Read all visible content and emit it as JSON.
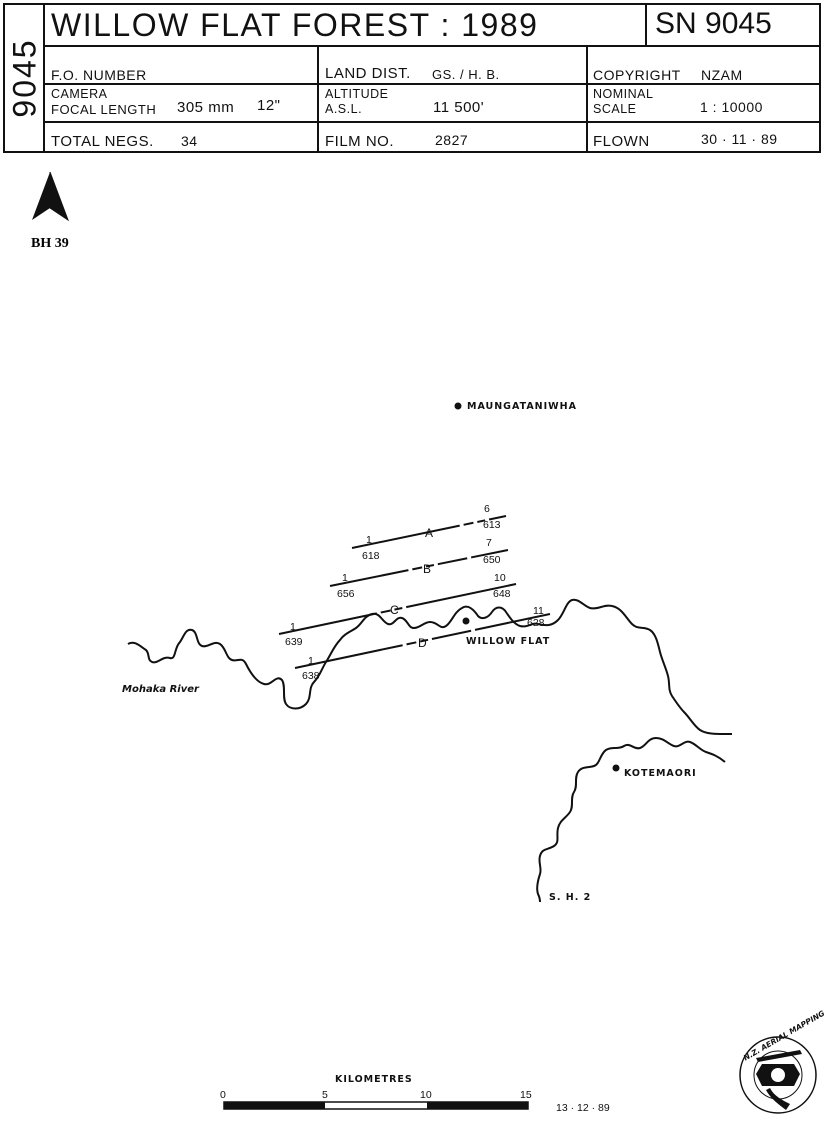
{
  "sidebar": {
    "text": "9045"
  },
  "header": {
    "title": "WILLOW  FLAT  FOREST : 1989",
    "sheet_no": "SN 9045"
  },
  "fields": {
    "fo_number_label": "F.O. NUMBER",
    "land_dist_label": "LAND DIST.",
    "land_dist_value": "GS. / H. B.",
    "copyright_label": "COPYRIGHT",
    "copyright_value": "NZAM",
    "camera_label": "CAMERA",
    "focal_length_label": "FOCAL LENGTH",
    "focal_length_mm": "305 mm",
    "focal_length_in": "12\"",
    "altitude_label": "ALTITUDE",
    "asl_label": "A.S.L.",
    "altitude_value": "11 500'",
    "nominal_label": "NOMINAL",
    "scale_label": "SCALE",
    "scale_value": "1 : 10000",
    "total_negs_label": "TOTAL NEGS.",
    "total_negs_value": "34",
    "film_no_label": "FILM NO.",
    "film_no_value": "2827",
    "flown_label": "FLOWN",
    "flown_value": "30 · 11 · 89"
  },
  "map": {
    "north_label": "N",
    "block_code": "BH 39",
    "places": {
      "maungataniwha": "MAUNGATANIWHA",
      "willow_flat": "WILLOW FLAT",
      "kotemaori": "KOTEMAORI",
      "sh2": "S. H. 2",
      "mohaka_river": "Mohaka River"
    },
    "runs": [
      {
        "letter": "A",
        "start": "1",
        "start_frame": "618",
        "end": "6",
        "end_frame": "613"
      },
      {
        "letter": "B",
        "start": "1",
        "start_frame": "656",
        "end": "7",
        "end_frame": "650"
      },
      {
        "letter": "C",
        "start": "1",
        "start_frame": "639",
        "end": "10",
        "end_frame": "648"
      },
      {
        "letter": "D",
        "start": "1",
        "start_frame": "638",
        "end": "11",
        "end_frame": "628"
      }
    ],
    "scale_bar": {
      "title": "KILOMETRES",
      "ticks": [
        "0",
        "5",
        "10",
        "15"
      ]
    },
    "date": "13 · 12 · 89",
    "logo_text": "N.Z. AERIAL MAPPING LTD."
  }
}
